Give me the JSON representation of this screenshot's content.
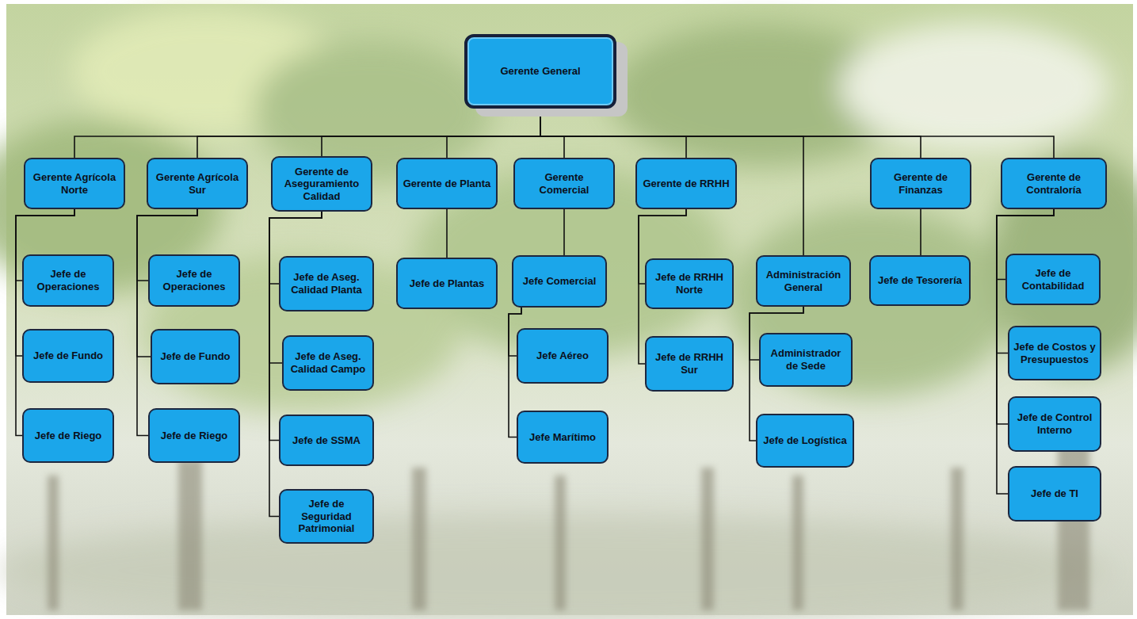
{
  "diagram": {
    "nodes": [
      {
        "text": [
          "Gerente General"
        ]
      },
      {
        "text": [
          "Gerente Agrícola Norte"
        ]
      },
      {
        "text": [
          "Jefe de Operaciones"
        ]
      },
      {
        "text": [
          "Jefe de Fundo"
        ]
      },
      {
        "text": [
          "Jefe de Riego"
        ]
      },
      {
        "text": [
          "Gerente Agrícola Sur"
        ]
      },
      {
        "text": [
          "Jefe de Operaciones"
        ]
      },
      {
        "text": [
          "Jefe de Fundo"
        ]
      },
      {
        "text": [
          "Jefe de Riego"
        ]
      },
      {
        "text": [
          "Gerente de Aseguramiento Calidad"
        ]
      },
      {
        "text": [
          "Jefe de Aseg. Calidad Planta"
        ]
      },
      {
        "text": [
          "Jefe de Aseg. Calidad Campo"
        ]
      },
      {
        "text": [
          "Jefe de SSMA"
        ]
      },
      {
        "text": [
          "Jefe de Seguridad Patrimonial"
        ]
      },
      {
        "text": [
          "Gerente de Planta"
        ]
      },
      {
        "text": [
          "Jefe de Plantas"
        ]
      },
      {
        "text": [
          "Gerente Comercial"
        ]
      },
      {
        "text": [
          "Jefe Comercial"
        ]
      },
      {
        "text": [
          "Jefe Aéreo"
        ]
      },
      {
        "text": [
          "Jefe Marítimo"
        ]
      },
      {
        "text": [
          "Gerente de RRHH"
        ]
      },
      {
        "text": [
          "Jefe de RRHH Norte"
        ]
      },
      {
        "text": [
          "Jefe de RRHH Sur"
        ]
      },
      {
        "text": [
          "Administración General"
        ]
      },
      {
        "text": [
          "Administrador de Sede"
        ]
      },
      {
        "text": [
          "Jefe de Logística"
        ]
      },
      {
        "text": [
          "Gerente de Finanzas"
        ]
      },
      {
        "text": [
          "Jefe de Tesorería"
        ]
      },
      {
        "text": [
          "Gerente de Contraloría"
        ]
      },
      {
        "text": [
          "Jefe de Contabilidad"
        ]
      },
      {
        "text": [
          "Jefe de Costos y Presupuestos"
        ]
      },
      {
        "text": [
          "Jefe de Control Interno"
        ]
      },
      {
        "text": [
          "Jefe de TI"
        ]
      }
    ],
    "edges": [
      {
        "from": 0,
        "to": 1,
        "arrow": "none"
      },
      {
        "from": 0,
        "to": 5,
        "arrow": "none"
      },
      {
        "from": 0,
        "to": 9,
        "arrow": "none"
      },
      {
        "from": 0,
        "to": 14,
        "arrow": "none"
      },
      {
        "from": 0,
        "to": 16,
        "arrow": "none"
      },
      {
        "from": 0,
        "to": 20,
        "arrow": "none"
      },
      {
        "from": 0,
        "to": 23,
        "arrow": "none"
      },
      {
        "from": 0,
        "to": 26,
        "arrow": "none"
      },
      {
        "from": 0,
        "to": 28,
        "arrow": "none"
      },
      {
        "from": 1,
        "to": 2,
        "arrow": "none"
      },
      {
        "from": 1,
        "to": 3,
        "arrow": "none"
      },
      {
        "from": 1,
        "to": 4,
        "arrow": "none"
      },
      {
        "from": 5,
        "to": 6,
        "arrow": "none"
      },
      {
        "from": 5,
        "to": 7,
        "arrow": "none"
      },
      {
        "from": 5,
        "to": 8,
        "arrow": "none"
      },
      {
        "from": 9,
        "to": 10,
        "arrow": "none"
      },
      {
        "from": 9,
        "to": 11,
        "arrow": "none"
      },
      {
        "from": 9,
        "to": 12,
        "arrow": "none"
      },
      {
        "from": 9,
        "to": 13,
        "arrow": "none"
      },
      {
        "from": 14,
        "to": 15,
        "arrow": "none"
      },
      {
        "from": 16,
        "to": 17,
        "arrow": "none"
      },
      {
        "from": 17,
        "to": 18,
        "arrow": "none"
      },
      {
        "from": 17,
        "to": 19,
        "arrow": "none"
      },
      {
        "from": 20,
        "to": 21,
        "arrow": "none"
      },
      {
        "from": 20,
        "to": 22,
        "arrow": "none"
      },
      {
        "from": 23,
        "to": 24,
        "arrow": "none"
      },
      {
        "from": 23,
        "to": 25,
        "arrow": "none"
      },
      {
        "from": 26,
        "to": 27,
        "arrow": "none"
      },
      {
        "from": 28,
        "to": 29,
        "arrow": "none"
      },
      {
        "from": 28,
        "to": 30,
        "arrow": "none"
      },
      {
        "from": 28,
        "to": 31,
        "arrow": "none"
      },
      {
        "from": 28,
        "to": 32,
        "arrow": "none"
      }
    ]
  }
}
